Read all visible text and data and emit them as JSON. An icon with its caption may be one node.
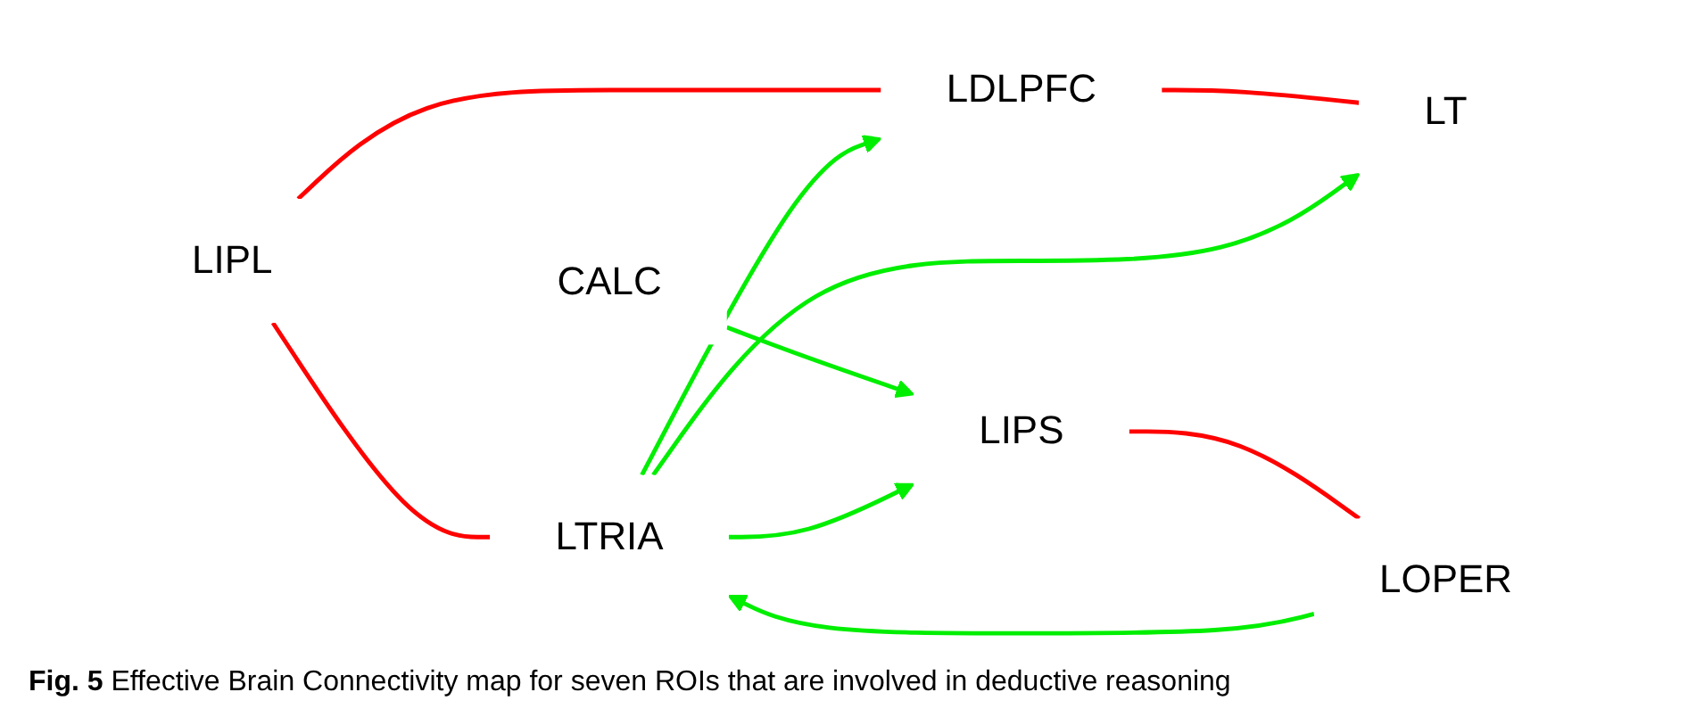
{
  "diagram": {
    "caption": "**Fig. 5** Effective Brain Connectivity map for seven ROIs that are involved in deductive reasoning",
    "nodes": [
      {
        "text": [
          "LIPL"
        ]
      },
      {
        "text": [
          "LDLPFC"
        ]
      },
      {
        "text": [
          "LIPS"
        ]
      },
      {
        "text": [
          "CALC"
        ]
      },
      {
        "text": [
          "LOPER"
        ]
      },
      {
        "text": [
          "LTRIA"
        ]
      },
      {
        "text": [
          "LT"
        ]
      }
    ],
    "edges": [
      {
        "from": 0,
        "to": 1,
        "arrow": "none",
        "color": "#ff0000"
      },
      {
        "from": 0,
        "to": 5,
        "arrow": "none",
        "color": "#ff0000"
      },
      {
        "from": 1,
        "to": 6,
        "arrow": "none",
        "color": "#ff0000"
      },
      {
        "from": 2,
        "to": 4,
        "arrow": "none",
        "color": "#ff0000"
      },
      {
        "from": 3,
        "to": 2,
        "arrow": "to",
        "color": "#00ee00"
      },
      {
        "from": 5,
        "to": 2,
        "arrow": "to",
        "color": "#00ee00"
      },
      {
        "from": 4,
        "to": 5,
        "arrow": "to",
        "color": "#00ee00"
      },
      {
        "from": 5,
        "to": 1,
        "arrow": "to",
        "color": "#00ee00"
      },
      {
        "from": 5,
        "to": 6,
        "arrow": "to",
        "color": "#00ee00"
      }
    ]
  }
}
